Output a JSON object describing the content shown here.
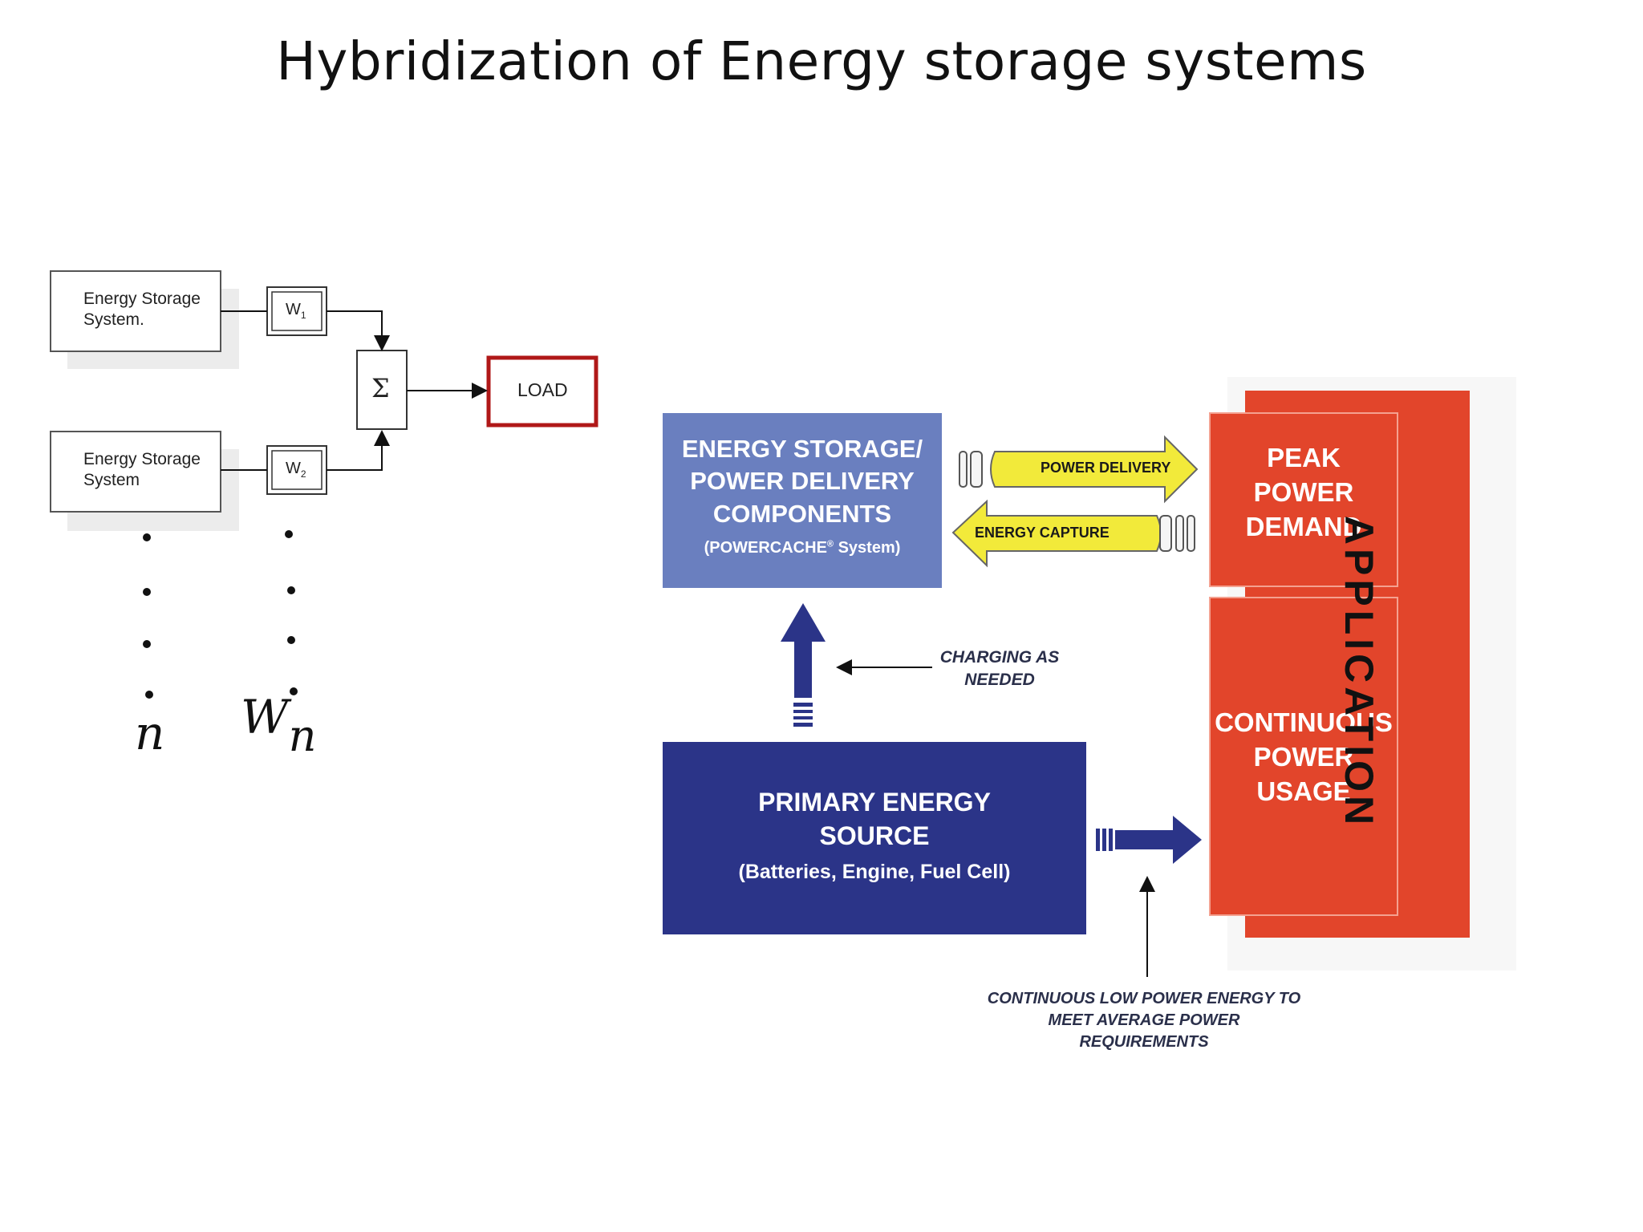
{
  "title": "Hybridization of Energy storage systems",
  "left_diagram": {
    "ess1_label": "Energy Storage System.",
    "ess2_label": "Energy Storage System",
    "w1_label": "W",
    "w1_sub": "1",
    "w2_label": "W",
    "w2_sub": "2",
    "sum_symbol": "Σ",
    "load_label": "LOAD",
    "n_label": "n",
    "wn_label": "W",
    "wn_sub": "n"
  },
  "right_diagram": {
    "storage_title": "ENERGY STORAGE/ POWER DELIVERY COMPONENTS",
    "storage_sub_a": "(POWERCACHE",
    "storage_sub_reg": "®",
    "storage_sub_b": " System)",
    "primary_title": "PRIMARY ENERGY SOURCE",
    "primary_sub": "(Batteries, Engine, Fuel Cell)",
    "peak_label": "PEAK POWER DEMAND",
    "continuous_label": "CONTINUOUS POWER USAGE",
    "application_label": "APPLICATION",
    "power_delivery_label": "POWER DELIVERY",
    "energy_capture_label": "ENERGY CAPTURE",
    "charging_note": "CHARGING AS NEEDED",
    "low_power_note": "CONTINUOUS LOW POWER ENERGY TO MEET AVERAGE POWER REQUIREMENTS"
  },
  "colors": {
    "storage_box": "#6a7fbf",
    "primary_box": "#2b3488",
    "application_red": "#e2452b",
    "arrow_yellow": "#f2ea3a",
    "load_border": "#b01818"
  }
}
